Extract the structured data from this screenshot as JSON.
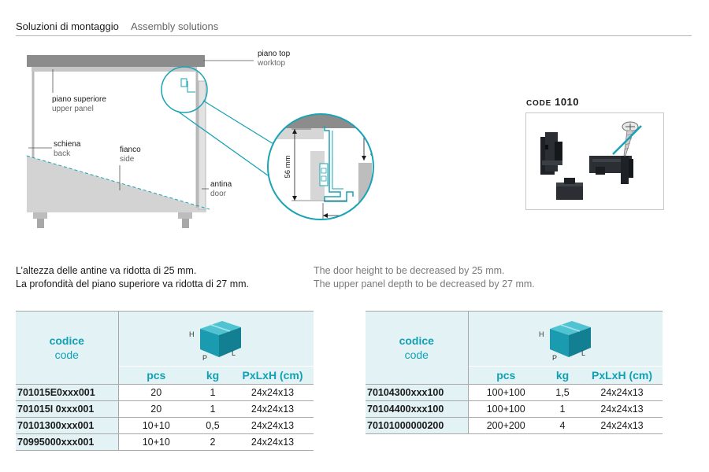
{
  "header": {
    "title_it": "Soluzioni di montaggio",
    "title_en": "Assembly solutions"
  },
  "diagram": {
    "labels": {
      "worktop_it": "piano top",
      "worktop_en": "worktop",
      "upper_panel_it": "piano superiore",
      "upper_panel_en": "upper panel",
      "back_it": "schiena",
      "back_en": "back",
      "side_it": "fianco",
      "side_en": "side",
      "door_it": "antina",
      "door_en": "door"
    },
    "dimensions": {
      "height_56": "56 mm",
      "height_25": "25 mm",
      "depth_27": "27 mm"
    },
    "colors": {
      "teal": "#1aa3b5",
      "worktop": "#8a8a8a",
      "panel": "#d6d6d6"
    }
  },
  "product": {
    "code_prefix": "CODE",
    "code": "1010",
    "icons": [
      "connector-bracket-icon",
      "clip-icon",
      "screw-icon"
    ]
  },
  "notes": {
    "it_line1": "L’altezza delle antine va ridotta di 25 mm.",
    "it_line2": "La profondità del piano superiore va ridotta di 27 mm.",
    "en_line1": "The door height to be decreased by 25 mm.",
    "en_line2": "The upper panel depth to be decreased by 27 mm."
  },
  "tables": {
    "left": {
      "code_it": "codice",
      "code_en": "code",
      "box_labels": {
        "h": "H",
        "p": "P",
        "l": "L"
      },
      "columns": [
        "pcs",
        "kg",
        "PxLxH (cm)"
      ],
      "rows": [
        {
          "code": "701015E0xxx001",
          "pcs": "20",
          "kg": "1",
          "size": "24x24x13"
        },
        {
          "code": "701015I 0xxx001",
          "pcs": "20",
          "kg": "1",
          "size": "24x24x13"
        },
        {
          "code": "70101300xxx001",
          "pcs": "10+10",
          "kg": "0,5",
          "size": "24x24x13"
        },
        {
          "code": "70995000xxx001",
          "pcs": "10+10",
          "kg": "2",
          "size": "24x24x13"
        }
      ]
    },
    "right": {
      "code_it": "codice",
      "code_en": "code",
      "box_labels": {
        "h": "H",
        "p": "P",
        "l": "L"
      },
      "columns": [
        "pcs",
        "kg",
        "PxLxH (cm)"
      ],
      "rows": [
        {
          "code": "70104300xxx100",
          "pcs": "100+100",
          "kg": "1,5",
          "size": "24x24x13"
        },
        {
          "code": "70104400xxx100",
          "pcs": "100+100",
          "kg": "1",
          "size": "24x24x13"
        },
        {
          "code": "70101000000200",
          "pcs": "200+200",
          "kg": "4",
          "size": "24x24x13"
        }
      ]
    }
  }
}
